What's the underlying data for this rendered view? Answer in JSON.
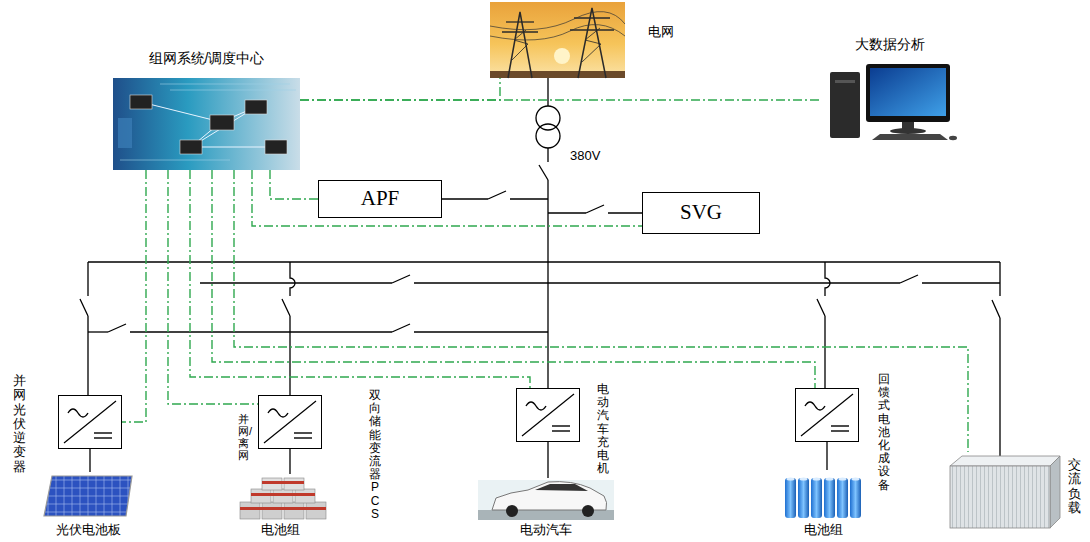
{
  "diagram": {
    "nodes": [
      {
        "text": [
          "电网"
        ]
      },
      {
        "text": [
          "组网系统/调度中心"
        ]
      },
      {
        "text": [
          "大数据分析"
        ]
      },
      {
        "text": [
          "APF"
        ]
      },
      {
        "text": [
          "SVG"
        ]
      },
      {
        "text": [
          "并网光伏逆变器"
        ]
      },
      {
        "text": [
          "双向储能变流器PCS"
        ]
      },
      {
        "text": [
          "电动汽车充电机"
        ]
      },
      {
        "text": [
          "回馈式电池化成设备"
        ]
      },
      {
        "text": [
          "光伏电池板"
        ]
      },
      {
        "text": [
          "电池组"
        ]
      },
      {
        "text": [
          "电动汽车"
        ]
      },
      {
        "text": [
          "电池组"
        ]
      },
      {
        "text": [
          "交流负载"
        ]
      }
    ],
    "edges": [
      {
        "from": 1,
        "to": 0,
        "arrow": "none"
      },
      {
        "from": 1,
        "to": 2,
        "arrow": "none"
      },
      {
        "from": 1,
        "to": 3,
        "arrow": "none"
      },
      {
        "from": 1,
        "to": 4,
        "arrow": "none"
      },
      {
        "from": 1,
        "to": 13,
        "arrow": "none"
      },
      {
        "from": 1,
        "to": 8,
        "arrow": "none"
      },
      {
        "from": 1,
        "to": 7,
        "arrow": "none"
      },
      {
        "from": 1,
        "to": 6,
        "arrow": "none"
      },
      {
        "from": 1,
        "to": 5,
        "arrow": "none"
      },
      {
        "from": 5,
        "to": 9,
        "arrow": "none"
      },
      {
        "from": 6,
        "to": 10,
        "arrow": "none"
      },
      {
        "from": 7,
        "to": 11,
        "arrow": "none"
      },
      {
        "from": 8,
        "to": 12,
        "arrow": "none"
      }
    ],
    "labels": [
      "380V",
      "并网/离网"
    ]
  }
}
